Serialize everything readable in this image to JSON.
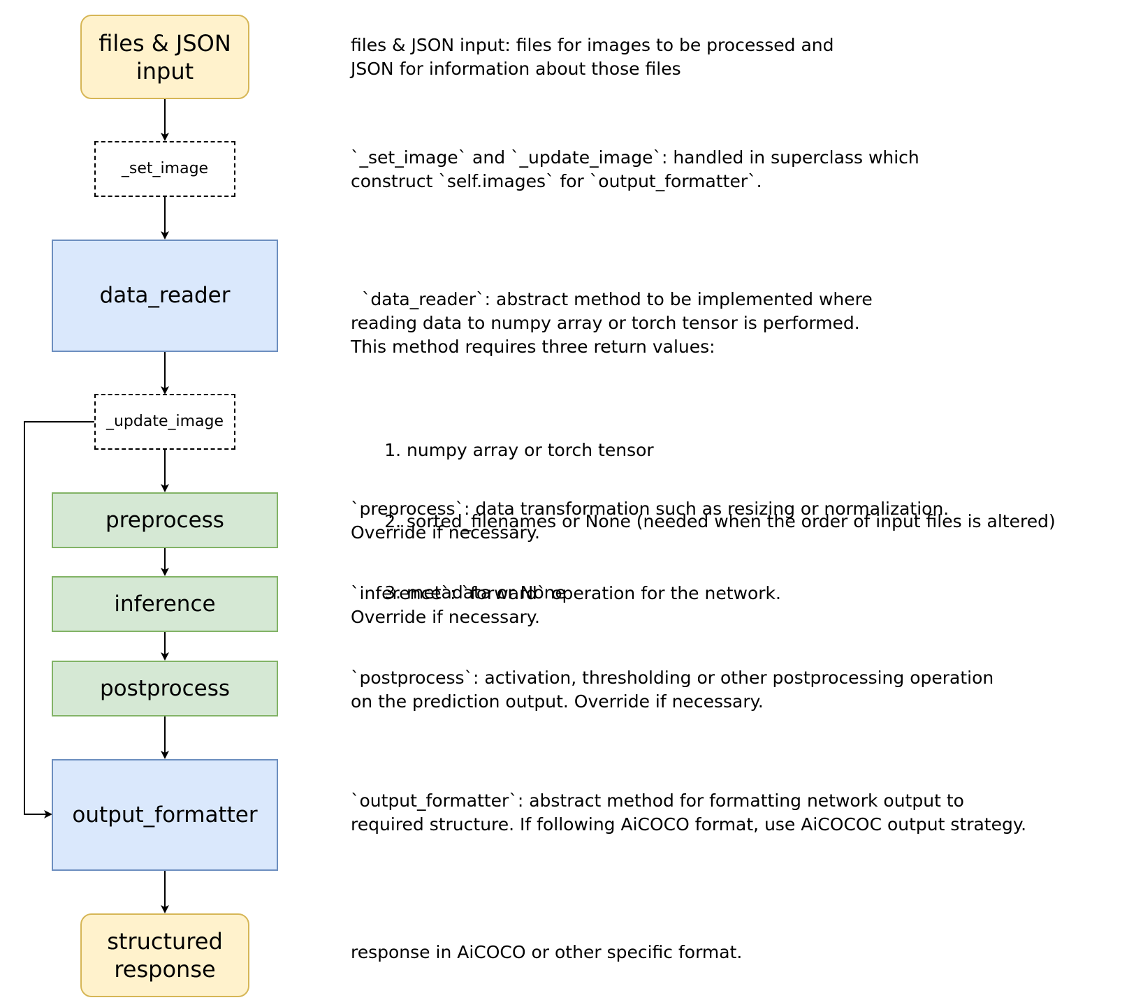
{
  "nodes": {
    "input": "files & JSON\ninput",
    "set_image": "_set_image",
    "data_reader": "data_reader",
    "update_image": "_update_image",
    "preprocess": "preprocess",
    "inference": "inference",
    "postprocess": "postprocess",
    "output_formatter": "output_formatter",
    "response": "structured\nresponse"
  },
  "descriptions": {
    "input": "files & JSON input: files for images to be processed and\nJSON for information about those files",
    "set_image": "`_set_image` and `_update_image`: handled in superclass which\nconstruct `self.images` for `output_formatter`.",
    "data_reader": "`data_reader`: abstract method to be implemented where\nreading data to numpy array or torch tensor is performed.\nThis method requires three return values:",
    "data_reader_items": [
      "numpy array or torch tensor",
      "sorted_filenames or None (needed when the order of input files is altered)",
      "metadata or None"
    ],
    "preprocess": "`preprocess`: data transformation such as resizing or normalization.\nOverride if necessary.",
    "inference": "`inference`: `forward` operation for the network.\nOverride if necessary.",
    "postprocess": "`postprocess`: activation, thresholding or other postprocessing operation\non the prediction output. Override if necessary.",
    "output_formatter": "`output_formatter`: abstract method for formatting network output to\nrequired structure. If following AiCOCO format, use AiCOCOC output strategy.",
    "response": "response in AiCOCO or other specific format."
  },
  "colors": {
    "io_fill": "#fff2cc",
    "io_stroke": "#d6b656",
    "core_fill": "#dae8fc",
    "core_stroke": "#6c8ebf",
    "step_fill": "#d5e8d4",
    "step_stroke": "#82b366",
    "edge": "#000000"
  }
}
